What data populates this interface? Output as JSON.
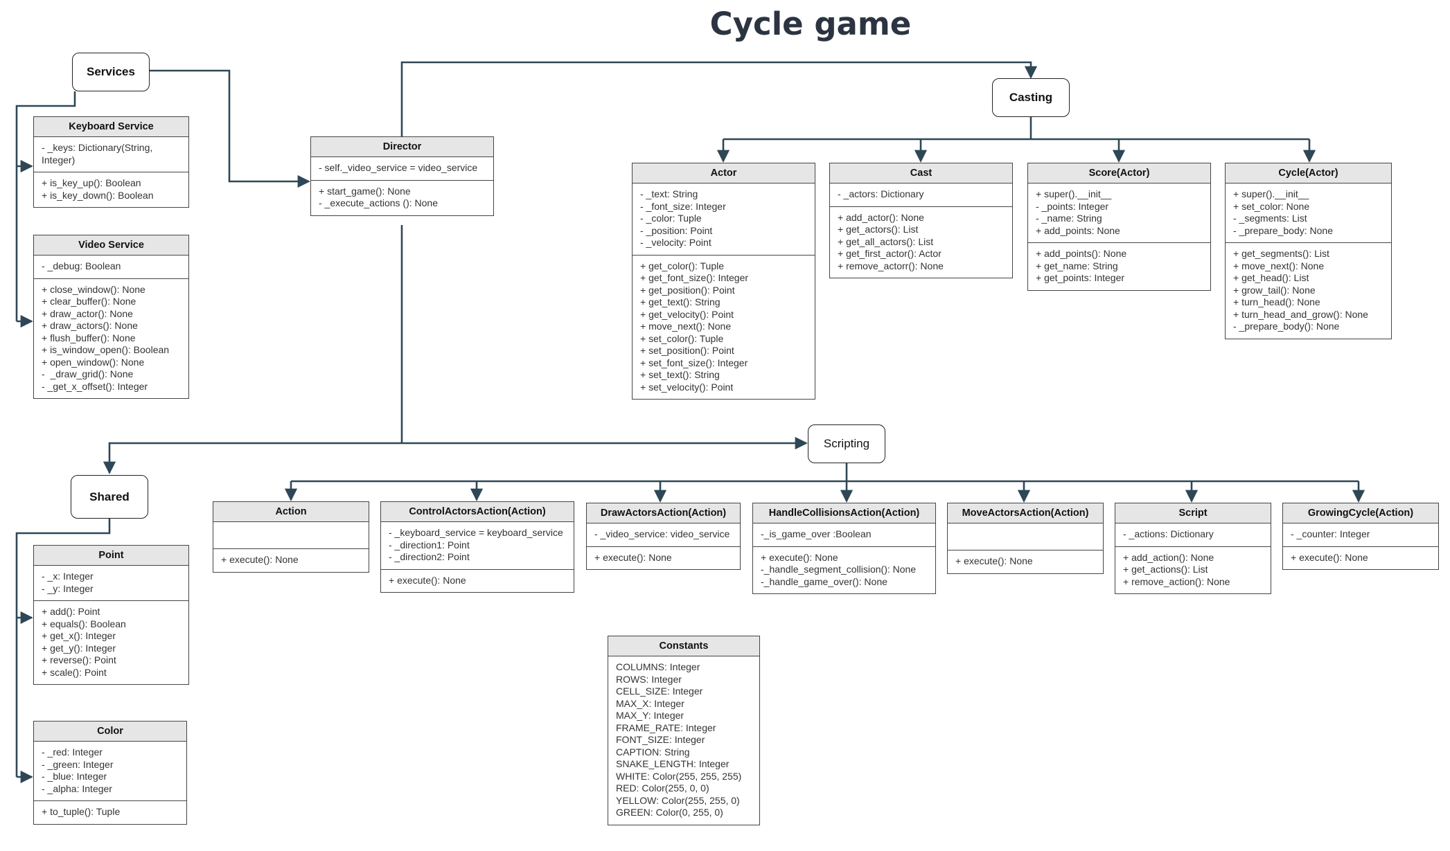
{
  "title": "Cycle game",
  "packages": {
    "services": "Services",
    "casting": "Casting",
    "scripting": "Scripting",
    "shared": "Shared"
  },
  "classes": {
    "keyboard_service": {
      "name": "Keyboard Service",
      "attributes": "- _keys: Dictionary(String, Integer)",
      "methods": "+ is_key_up(): Boolean\n+ is_key_down(): Boolean"
    },
    "video_service": {
      "name": "Video Service",
      "attributes": "- _debug: Boolean",
      "methods": "+ close_window(): None\n+ clear_buffer(): None\n+ draw_actor(): None\n+ draw_actors(): None\n+ flush_buffer(): None\n+ is_window_open(): Boolean\n+ open_window(): None\n-  _draw_grid(): None\n- _get_x_offset(): Integer"
    },
    "director": {
      "name": "Director",
      "attributes": "- self._video_service = video_service",
      "methods": "+ start_game(): None\n- _execute_actions (): None"
    },
    "actor": {
      "name": "Actor",
      "attributes": "- _text: String\n- _font_size: Integer\n- _color: Tuple\n- _position: Point\n- _velocity: Point",
      "methods": "+ get_color(): Tuple\n+ get_font_size(): Integer\n+ get_position(): Point\n+ get_text(): String\n+ get_velocity(): Point\n+ move_next(): None\n+ set_color(): Tuple\n+ set_position(): Point\n+ set_font_size(): Integer\n+ set_text(): String\n+ set_velocity(): Point"
    },
    "cast": {
      "name": "Cast",
      "attributes": "- _actors: Dictionary",
      "methods": "+ add_actor(): None\n+ get_actors(): List\n+ get_all_actors(): List\n+ get_first_actor(): Actor\n+ remove_actorr(): None"
    },
    "score": {
      "name": "Score(Actor)",
      "attributes": "+ super().__init__\n- _points: Integer\n- _name: String\n+ add_points: None",
      "methods": "+ add_points(): None\n+ get_name: String\n+ get_points: Integer"
    },
    "cycle": {
      "name": "Cycle(Actor)",
      "attributes": "+ super().__init__\n+ set_color: None\n- _segments: List\n- _prepare_body: None",
      "methods": "+ get_segments(): List\n+ move_next(): None\n+ get_head(): List\n+ grow_tail(): None\n+ turn_head(): None\n+ turn_head_and_grow(): None\n- _prepare_body(): None"
    },
    "action": {
      "name": "Action",
      "attributes": "",
      "methods": "+ execute(): None"
    },
    "control_actors": {
      "name": "ControlActorsAction(Action)",
      "attributes": "- _keyboard_service = keyboard_service\n- _direction1: Point\n- _direction2: Point",
      "methods": "+ execute(): None"
    },
    "draw_actors": {
      "name": "DrawActorsAction(Action)",
      "attributes": "- _video_service: video_service",
      "methods": "+ execute(): None"
    },
    "handle_collisions": {
      "name": "HandleCollisionsAction(Action)",
      "attributes": "-_is_game_over :Boolean",
      "methods": "+ execute(): None\n-_handle_segment_collision(): None\n-_handle_game_over(): None"
    },
    "move_actors": {
      "name": "MoveActorsAction(Action)",
      "attributes": "",
      "methods": "+ execute(): None"
    },
    "script": {
      "name": "Script",
      "attributes": "- _actions: Dictionary",
      "methods": "+ add_action(): None\n+ get_actions(): List\n+ remove_action(): None"
    },
    "growing_cycle": {
      "name": "GrowingCycle(Action)",
      "attributes": "- _counter: Integer",
      "methods": "+ execute(): None"
    },
    "point": {
      "name": "Point",
      "attributes": "- _x: Integer\n- _y: Integer",
      "methods": "+ add(): Point\n+ equals(): Boolean\n+ get_x(): Integer\n+ get_y(): Integer\n+ reverse(): Point\n+ scale(): Point"
    },
    "color": {
      "name": "Color",
      "attributes": "- _red: Integer\n- _green: Integer\n- _blue: Integer\n- _alpha: Integer",
      "methods": "+ to_tuple(): Tuple"
    },
    "constants": {
      "name": "Constants",
      "attributes": "COLUMNS: Integer\nROWS: Integer\nCELL_SIZE: Integer\nMAX_X: Integer\nMAX_Y: Integer\nFRAME_RATE: Integer\nFONT_SIZE: Integer\nCAPTION: String\nSNAKE_LENGTH: Integer\nWHITE: Color(255, 255, 255)\nRED: Color(255, 0, 0)\nYELLOW: Color(255, 255, 0)\nGREEN: Color(0, 255, 0)"
    }
  }
}
